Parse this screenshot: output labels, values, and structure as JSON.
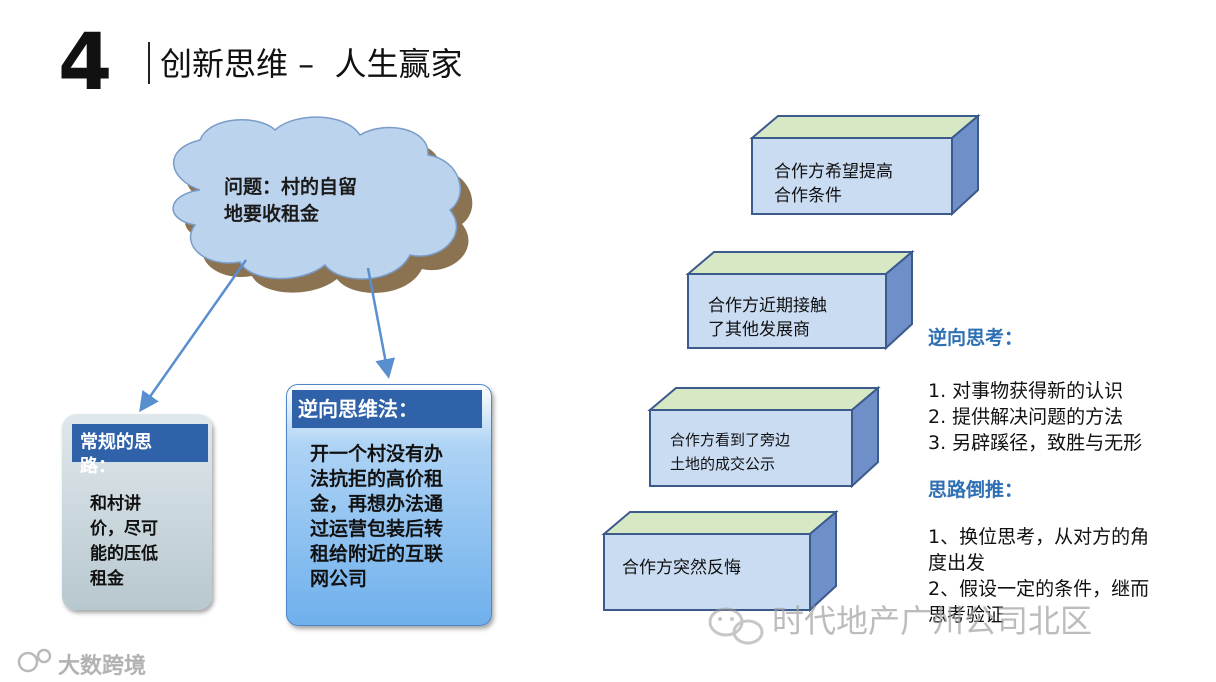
{
  "slide": {
    "number": "4",
    "title": "创新思维 –  人生赢家"
  },
  "cloud": {
    "line1": "问题：村的自留",
    "line2": "地要收租金"
  },
  "normal_method": {
    "title_line1": "常规的思",
    "title_line2": "路：",
    "body": [
      "和村讲",
      "价，尽可",
      "能的压低",
      "租金"
    ]
  },
  "reverse_method": {
    "title": "逆向思维法：",
    "body": [
      "开一个村没有办",
      "法抗拒的高价租",
      "金，再想办法通",
      "过运营包装后转",
      "租给附近的互联",
      "网公司"
    ]
  },
  "steps": [
    {
      "lines": [
        "合作方希望提高",
        "合作条件"
      ]
    },
    {
      "lines": [
        "合作方近期接触",
        "了其他发展商"
      ]
    },
    {
      "lines": [
        "合作方看到了旁边",
        "土地的成交公示"
      ]
    },
    {
      "lines": [
        "合作方突然反悔"
      ]
    }
  ],
  "right_panel": {
    "section1_title": "逆向思考：",
    "section1_items": [
      "1. 对事物获得新的认识",
      "2. 提供解决问题的方法",
      "3. 另辟蹊径，致胜与无形"
    ],
    "section2_title": "思路倒推：",
    "section2_items": [
      "1、换位思考，从对方的角",
      "度出发",
      "2、假设一定的条件，继而",
      "思考验证"
    ]
  },
  "watermark": "时代地产广州公司北区",
  "brand": "大数跨境",
  "colors": {
    "accent_blue": "#2f62a8",
    "section_blue": "#2f6fb3",
    "box_front": "#c9dcf2",
    "box_top": "#d7e8c4",
    "box_side": "#6f8fc9",
    "cloud_fill": "#bcd3ee",
    "cloud_shadow": "#8b7352"
  }
}
